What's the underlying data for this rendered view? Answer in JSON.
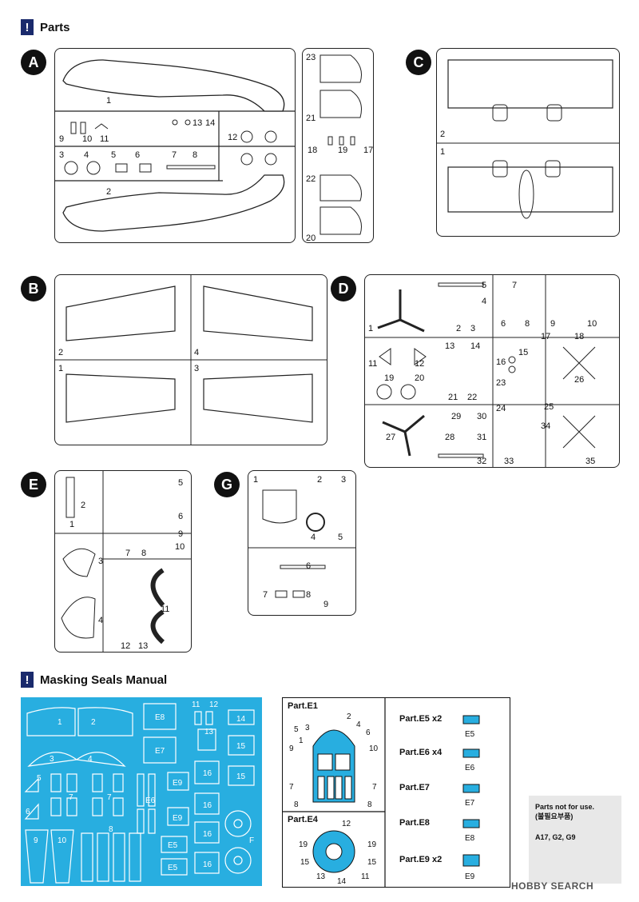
{
  "sections": {
    "parts_title": "Parts",
    "masking_title": "Masking Seals Manual"
  },
  "sprues": {
    "A": {
      "badge": "A",
      "labels": [
        "1",
        "2",
        "3",
        "4",
        "5",
        "6",
        "7",
        "8",
        "9",
        "10",
        "11",
        "12",
        "13",
        "14",
        "17",
        "18",
        "19",
        "20",
        "21",
        "22",
        "23"
      ]
    },
    "B": {
      "badge": "B",
      "labels": [
        "1",
        "2",
        "3",
        "4"
      ]
    },
    "C": {
      "badge": "C",
      "labels": [
        "1",
        "2"
      ]
    },
    "D": {
      "badge": "D",
      "labels": [
        "1",
        "2",
        "3",
        "4",
        "5",
        "6",
        "7",
        "8",
        "9",
        "10",
        "11",
        "12",
        "13",
        "14",
        "15",
        "16",
        "17",
        "18",
        "19",
        "20",
        "21",
        "22",
        "23",
        "24",
        "25",
        "26",
        "27",
        "28",
        "29",
        "30",
        "31",
        "32",
        "33",
        "34",
        "35"
      ]
    },
    "E": {
      "badge": "E",
      "labels": [
        "1",
        "2",
        "3",
        "4",
        "5",
        "6",
        "7",
        "8",
        "9",
        "10",
        "11",
        "12",
        "13"
      ]
    },
    "G": {
      "badge": "G",
      "labels": [
        "1",
        "2",
        "3",
        "4",
        "5",
        "6",
        "7",
        "8",
        "9"
      ]
    }
  },
  "mask_labels": [
    "1",
    "2",
    "3",
    "4",
    "5",
    "6",
    "7",
    "7",
    "8",
    "9",
    "10",
    "11",
    "12",
    "13",
    "14",
    "15",
    "15",
    "16",
    "16",
    "16",
    "16",
    "E5",
    "E5",
    "E6",
    "E7",
    "E8",
    "E9",
    "E9",
    "F"
  ],
  "guide": {
    "e1": {
      "title": "Part.E1",
      "nums": [
        "1",
        "2",
        "3",
        "4",
        "5",
        "6",
        "7",
        "7",
        "8",
        "8",
        "9",
        "10"
      ]
    },
    "e4": {
      "title": "Part.E4",
      "nums": [
        "11",
        "12",
        "13",
        "14",
        "15",
        "15",
        "19",
        "19"
      ]
    },
    "list": [
      {
        "label": "Part.E5  x2",
        "part": "E5"
      },
      {
        "label": "Part.E6  x4",
        "part": "E6"
      },
      {
        "label": "Part.E7",
        "part": "E7"
      },
      {
        "label": "Part.E8",
        "part": "E8"
      },
      {
        "label": "Part.E9  x2",
        "part": "E9"
      }
    ]
  },
  "not_for_use": {
    "line1": "Parts not for use.",
    "line2": "(불필요부품)",
    "parts": "A17, G2, G9"
  },
  "watermark": "HOBBY SEARCH"
}
